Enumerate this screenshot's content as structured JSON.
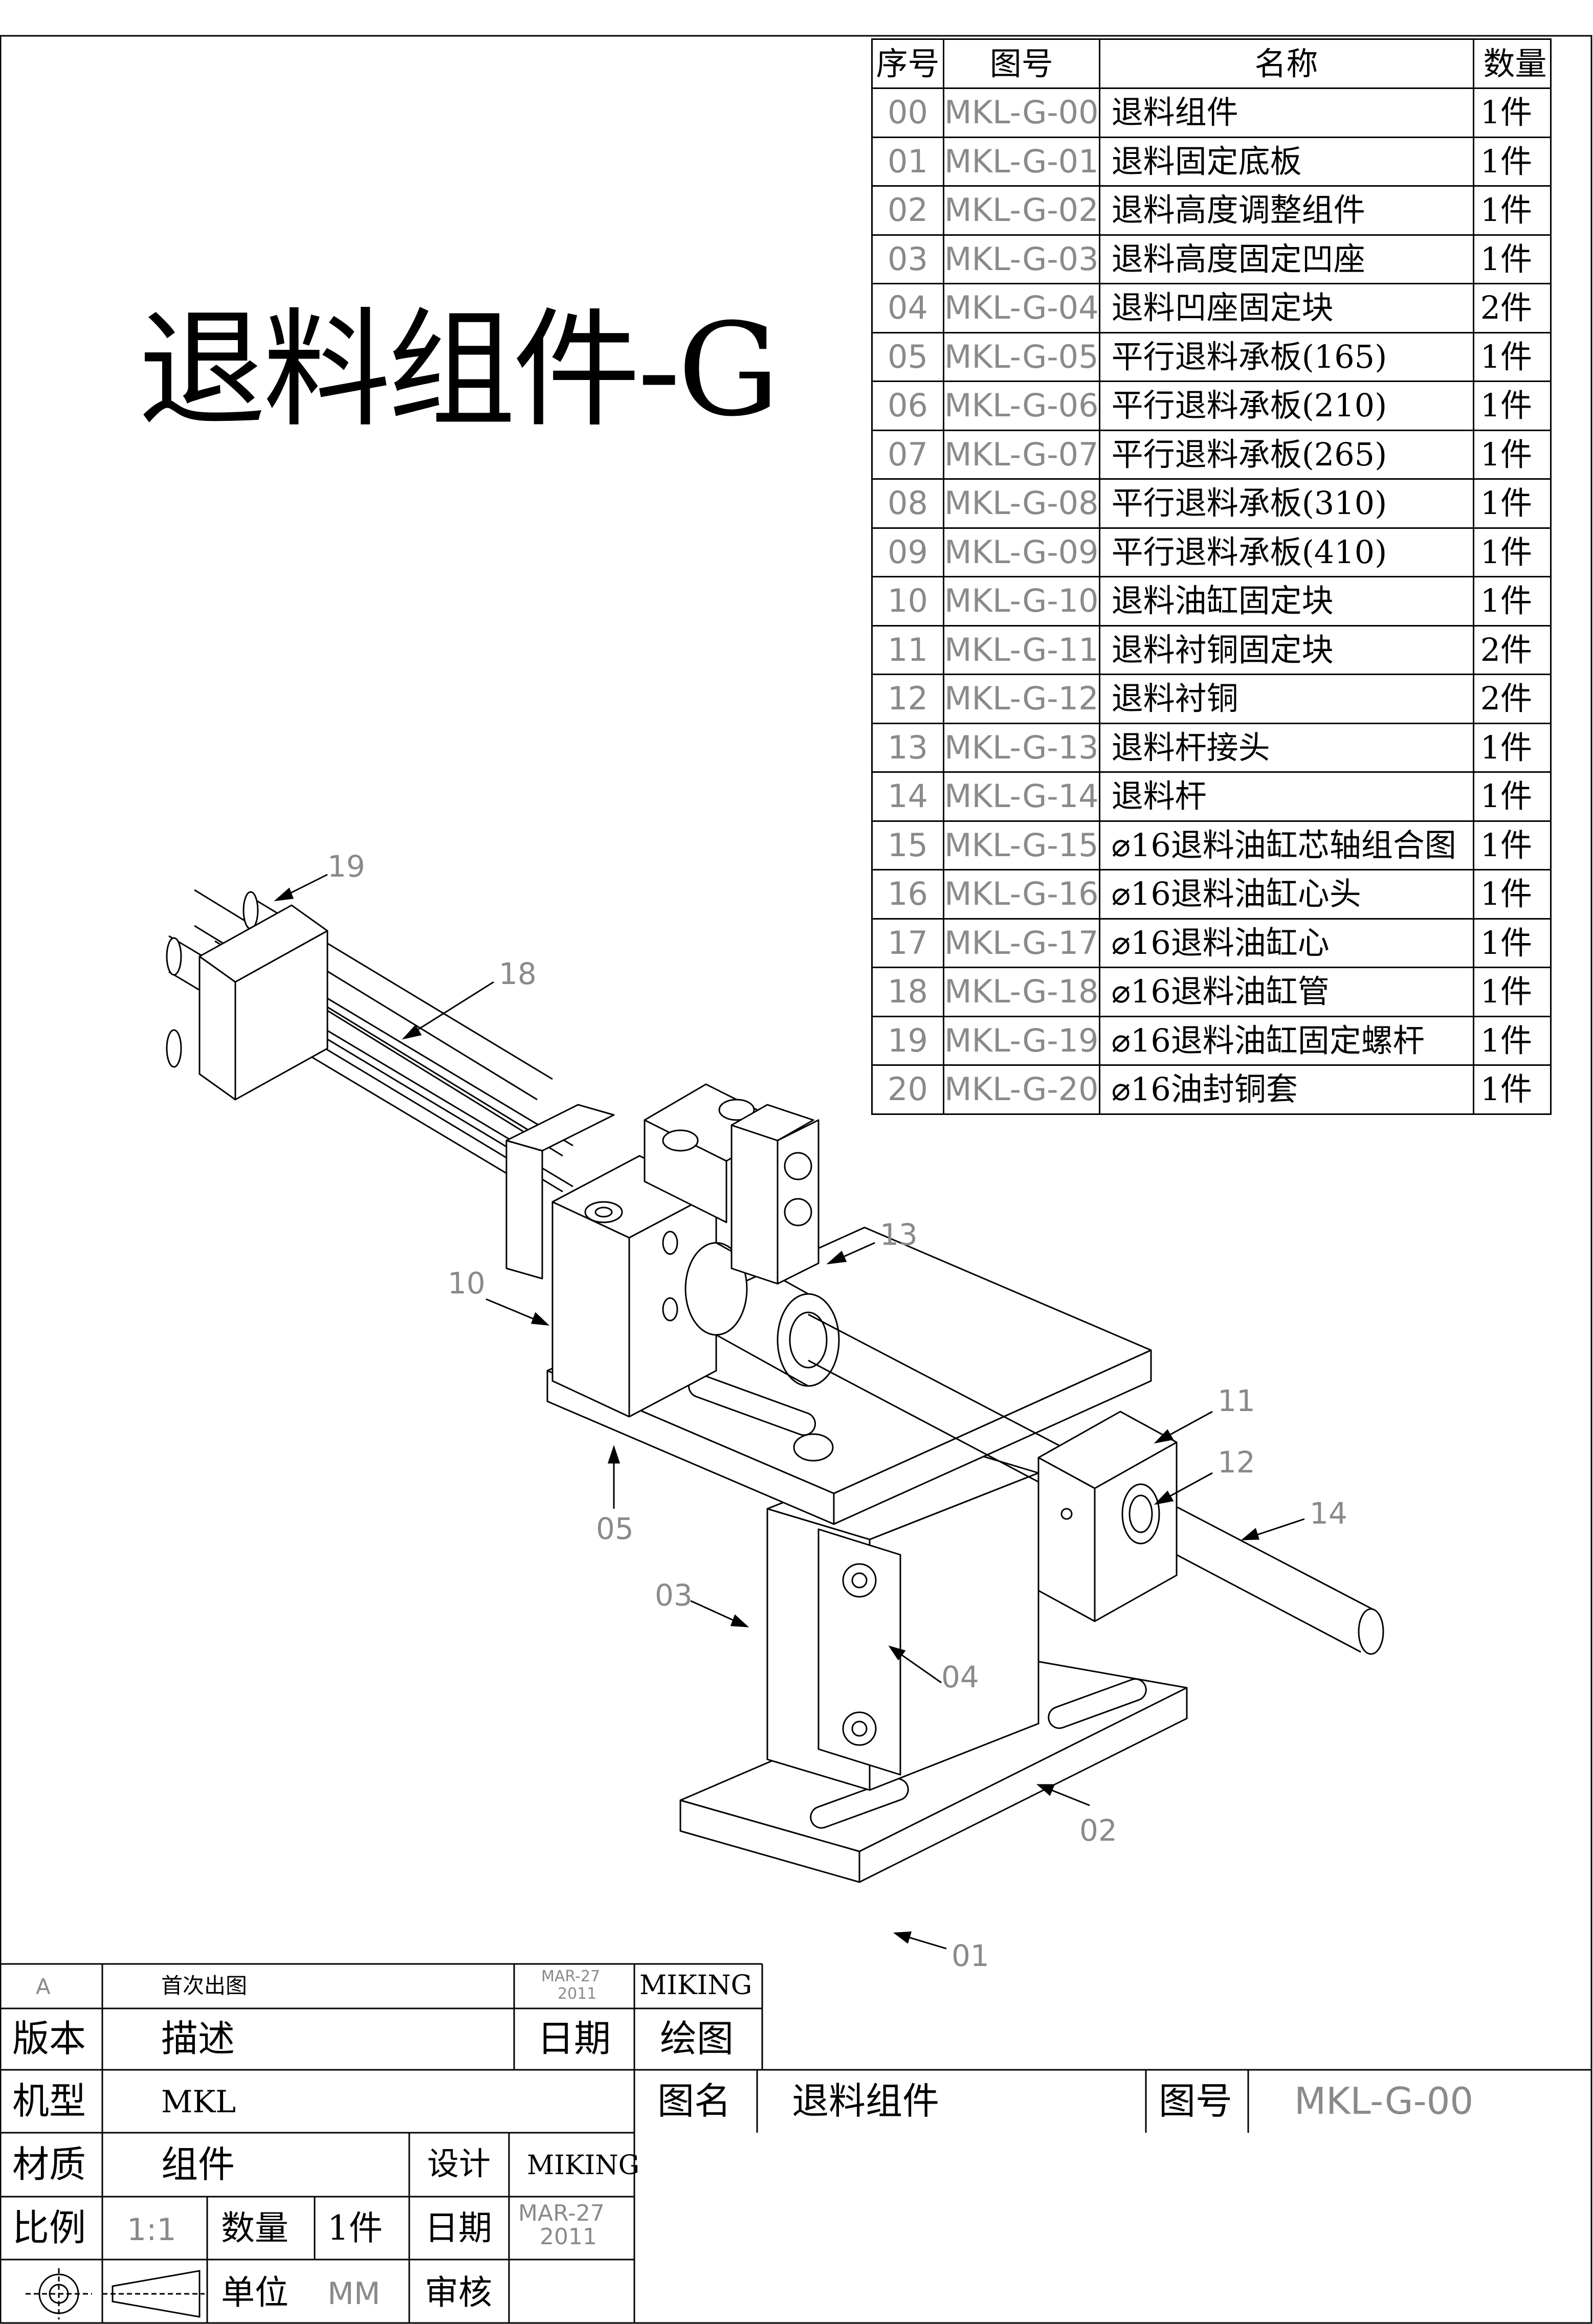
{
  "drawing_title": "退料组件-G",
  "bom": {
    "headers": [
      "序号",
      "图号",
      "名称",
      "数量"
    ],
    "rows": [
      {
        "no": "00",
        "code": "MKL-G-00",
        "name": "退料组件",
        "qty": "1件"
      },
      {
        "no": "01",
        "code": "MKL-G-01",
        "name": "退料固定底板",
        "qty": "1件"
      },
      {
        "no": "02",
        "code": "MKL-G-02",
        "name": "退料高度调整组件",
        "qty": "1件"
      },
      {
        "no": "03",
        "code": "MKL-G-03",
        "name": "退料高度固定凹座",
        "qty": "1件"
      },
      {
        "no": "04",
        "code": "MKL-G-04",
        "name": "退料凹座固定块",
        "qty": "2件"
      },
      {
        "no": "05",
        "code": "MKL-G-05",
        "name": "平行退料承板(165)",
        "qty": "1件"
      },
      {
        "no": "06",
        "code": "MKL-G-06",
        "name": "平行退料承板(210)",
        "qty": "1件"
      },
      {
        "no": "07",
        "code": "MKL-G-07",
        "name": "平行退料承板(265)",
        "qty": "1件"
      },
      {
        "no": "08",
        "code": "MKL-G-08",
        "name": "平行退料承板(310)",
        "qty": "1件"
      },
      {
        "no": "09",
        "code": "MKL-G-09",
        "name": "平行退料承板(410)",
        "qty": "1件"
      },
      {
        "no": "10",
        "code": "MKL-G-10",
        "name": "退料油缸固定块",
        "qty": "1件"
      },
      {
        "no": "11",
        "code": "MKL-G-11",
        "name": "退料衬铜固定块",
        "qty": "2件"
      },
      {
        "no": "12",
        "code": "MKL-G-12",
        "name": "退料衬铜",
        "qty": "2件"
      },
      {
        "no": "13",
        "code": "MKL-G-13",
        "name": "退料杆接头",
        "qty": "1件"
      },
      {
        "no": "14",
        "code": "MKL-G-14",
        "name": "退料杆",
        "qty": "1件"
      },
      {
        "no": "15",
        "code": "MKL-G-15",
        "name": "⌀16退料油缸芯轴组合图",
        "qty": "1件"
      },
      {
        "no": "16",
        "code": "MKL-G-16",
        "name": "⌀16退料油缸心头",
        "qty": "1件"
      },
      {
        "no": "17",
        "code": "MKL-G-17",
        "name": "⌀16退料油缸心",
        "qty": "1件"
      },
      {
        "no": "18",
        "code": "MKL-G-18",
        "name": "⌀16退料油缸管",
        "qty": "1件"
      },
      {
        "no": "19",
        "code": "MKL-G-19",
        "name": "⌀16退料油缸固定螺杆",
        "qty": "1件"
      },
      {
        "no": "20",
        "code": "MKL-G-20",
        "name": "⌀16油封铜套",
        "qty": "1件"
      }
    ]
  },
  "callouts": [
    "19",
    "18",
    "13",
    "10",
    "11",
    "12",
    "14",
    "05",
    "03",
    "04",
    "02",
    "01"
  ],
  "title_block": {
    "revision": {
      "version": "A",
      "description": "首次出图",
      "date_line1": "MAR-27",
      "date_line2": "2011",
      "drawn_by": "MIKING"
    },
    "labels": {
      "version": "版本",
      "description": "描述",
      "date": "日期",
      "drawn": "绘图",
      "model": "机型",
      "drawing_name": "图名",
      "drawing_no": "图号",
      "material": "材质",
      "design": "设计",
      "scale": "比例",
      "quantity": "数量",
      "date2": "日期",
      "unit": "单位",
      "review": "审核"
    },
    "values": {
      "model": "MKL",
      "drawing_name": "退料组件",
      "drawing_no": "MKL-G-00",
      "material": "组件",
      "designer": "MIKING",
      "scale": "1:1",
      "quantity": "1件",
      "date_line1": "MAR-27",
      "date_line2": "2011",
      "unit": "MM"
    }
  }
}
